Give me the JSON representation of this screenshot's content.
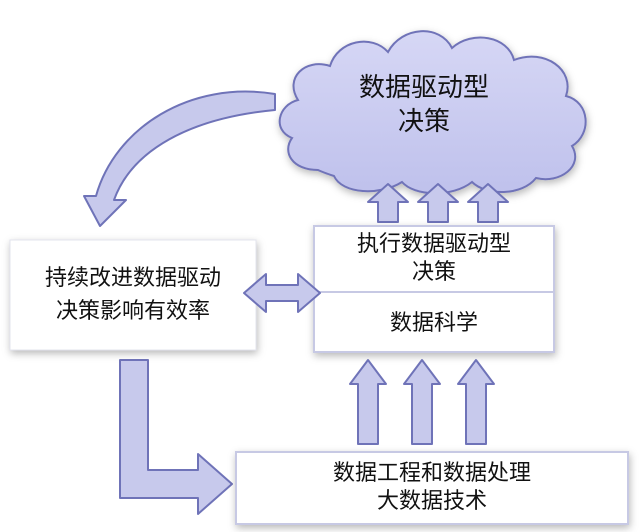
{
  "cloud": {
    "line1": "数据驱动型",
    "line2": "决策"
  },
  "execute_box": {
    "line1": "执行数据驱动型",
    "line2": "决策"
  },
  "science_box": {
    "label": "数据科学"
  },
  "left_box": {
    "line1": "持续改进数据驱动",
    "line2": "决策影响有效率"
  },
  "bottom_box": {
    "line1": "数据工程和数据处理",
    "line2": "大数据技术"
  },
  "colors": {
    "arrow_fill": "#c7c9ec",
    "arrow_stroke": "#6f73b8",
    "cloud_fill": "#c9cbf0",
    "box_border": "#c7c9e4"
  }
}
